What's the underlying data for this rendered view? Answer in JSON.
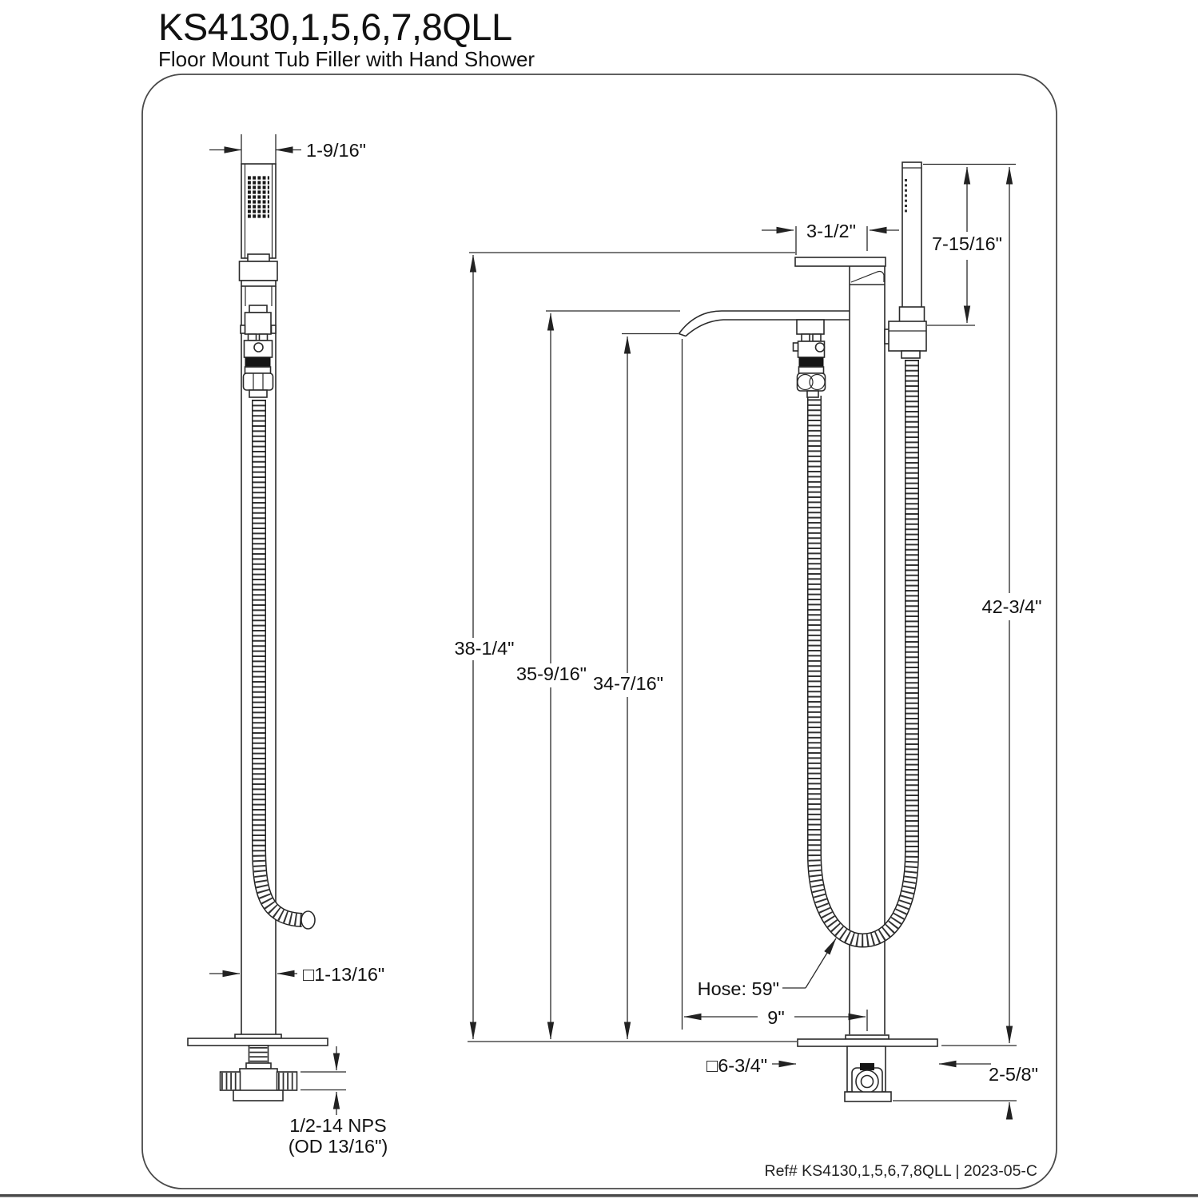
{
  "header": {
    "model": "KS4130,1,5,6,7,8QLL",
    "product_name": "Floor Mount Tub Filler with Hand Shower"
  },
  "footer": {
    "reference": "Ref# KS4130,1,5,6,7,8QLL | 2023-05-C"
  },
  "dim": {
    "hand_shower_width": "1-9/16\"",
    "column_width": "□1-13/16\"",
    "supply_thread": "1/2-14 NPS",
    "supply_thread_od": "(OD 13/16\")",
    "handle_reach": "3-1/2\"",
    "hand_shower_height": "7-15/16\"",
    "height_to_handle": "38-1/4\"",
    "height_to_spout_top": "35-9/16\"",
    "height_to_spout_outlet": "34-7/16\"",
    "height_total": "42-3/4\"",
    "hose_length": "Hose: 59\"",
    "spout_reach": "9\"",
    "base_plate_width": "□6-3/4\"",
    "below_floor_depth": "2-5/8\""
  }
}
